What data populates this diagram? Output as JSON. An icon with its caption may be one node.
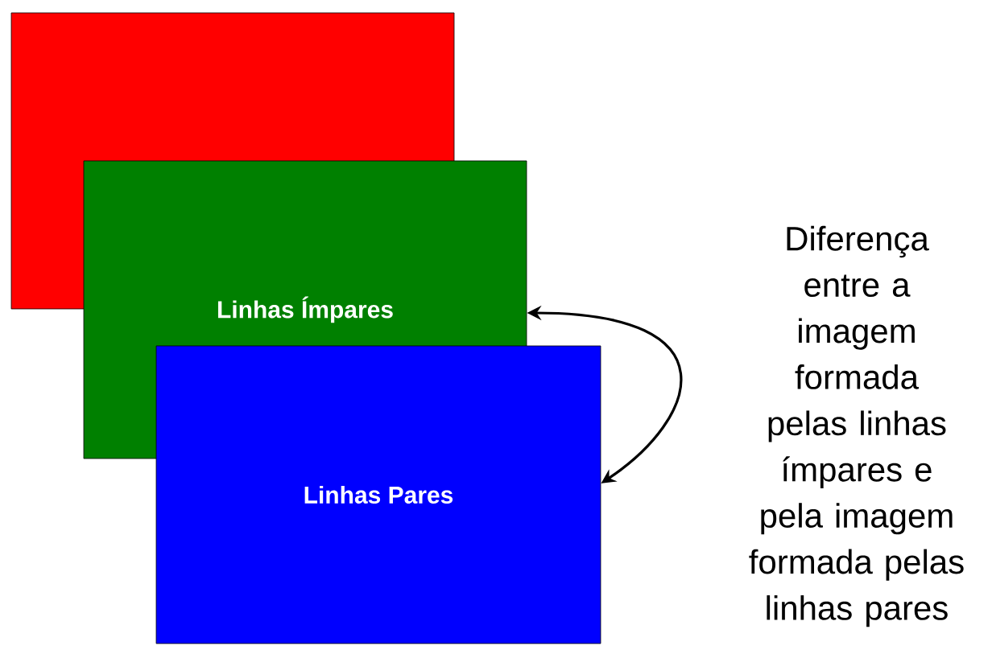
{
  "diagram": {
    "nodes": [
      {
        "text": [],
        "shape": "box"
      },
      {
        "text": [
          "Linhas Ímpares"
        ]
      },
      {
        "text": [
          "Linhas Pares"
        ]
      },
      {
        "text": [
          "Diferença entre a imagem formada pelas linhas ímpares e pela imagem formada pelas linhas pares"
        ]
      }
    ],
    "edges": [
      {
        "from": 1,
        "to": 2,
        "arrow": "both"
      }
    ]
  }
}
